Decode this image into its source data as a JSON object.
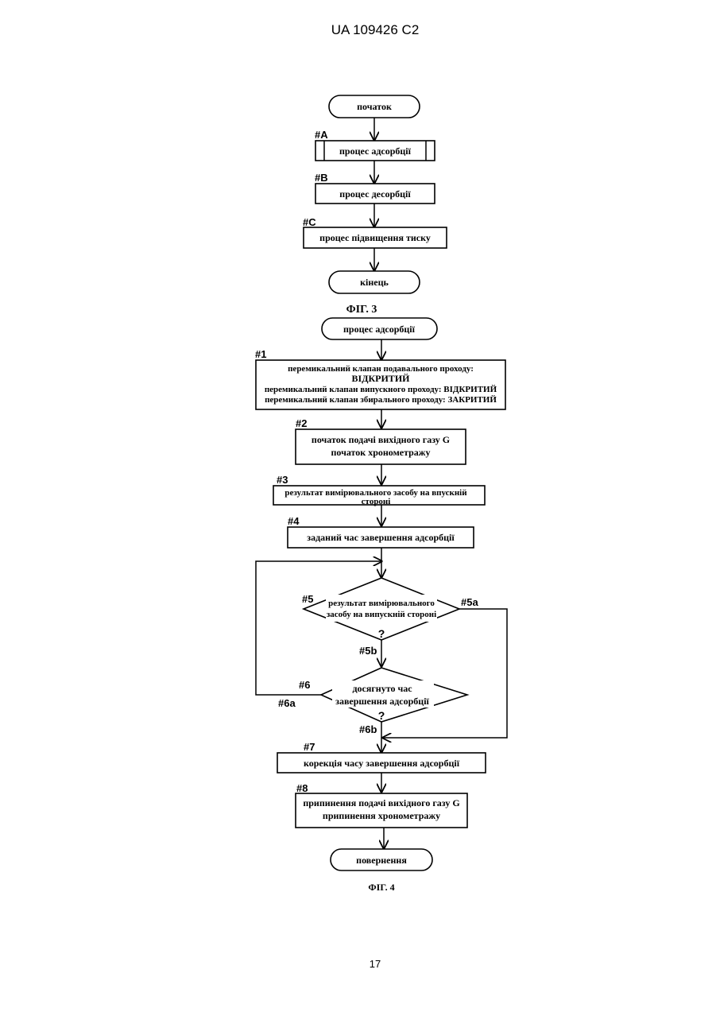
{
  "header": "UA   109426   C2",
  "page_number": "17",
  "fig3": {
    "caption": "ФІГ. 3",
    "start": "початок",
    "end": "кінець",
    "steps": [
      {
        "label": "#A",
        "text": "процес адсорбції"
      },
      {
        "label": "#B",
        "text": "процес десорбції"
      },
      {
        "label": "#C",
        "text": "процес підвищення тиску"
      }
    ]
  },
  "fig4": {
    "caption": "ФІГ. 4",
    "start": "процес адсорбції",
    "end": "повернення",
    "s1": {
      "label": "#1",
      "lines": [
        "перемикальний клапан подавального проходу:",
        "ВІДКРИТИЙ",
        "перемикальний клапан випускного проходу: ВІДКРИТИЙ",
        "перемикальний клапан збирального проходу: ЗАКРИТИЙ"
      ]
    },
    "s2": {
      "label": "#2",
      "lines": [
        "початок подачі вихідного газу G",
        "початок хронометражу"
      ]
    },
    "s3": {
      "label": "#3",
      "lines": [
        "результат вимірювального засобу на впускній",
        "стороні"
      ]
    },
    "s4": {
      "label": "#4",
      "text": "заданий час завершення адсорбції"
    },
    "d5": {
      "label": "#5",
      "lines": [
        "результат вимірювального",
        "засобу на випускній стороні"
      ],
      "q": "?",
      "branch_right": "#5a",
      "branch_down": "#5b"
    },
    "d6": {
      "label": "#6",
      "lines": [
        "досягнуто час",
        "завершення адсорбції"
      ],
      "q": "?",
      "branch_left": "#6a",
      "branch_down": "#6b"
    },
    "s7": {
      "label": "#7",
      "text": "корекція часу завершення адсорбції"
    },
    "s8": {
      "label": "#8",
      "lines": [
        "припинення подачі вихідного газу G",
        "припинення хронометражу"
      ]
    }
  }
}
